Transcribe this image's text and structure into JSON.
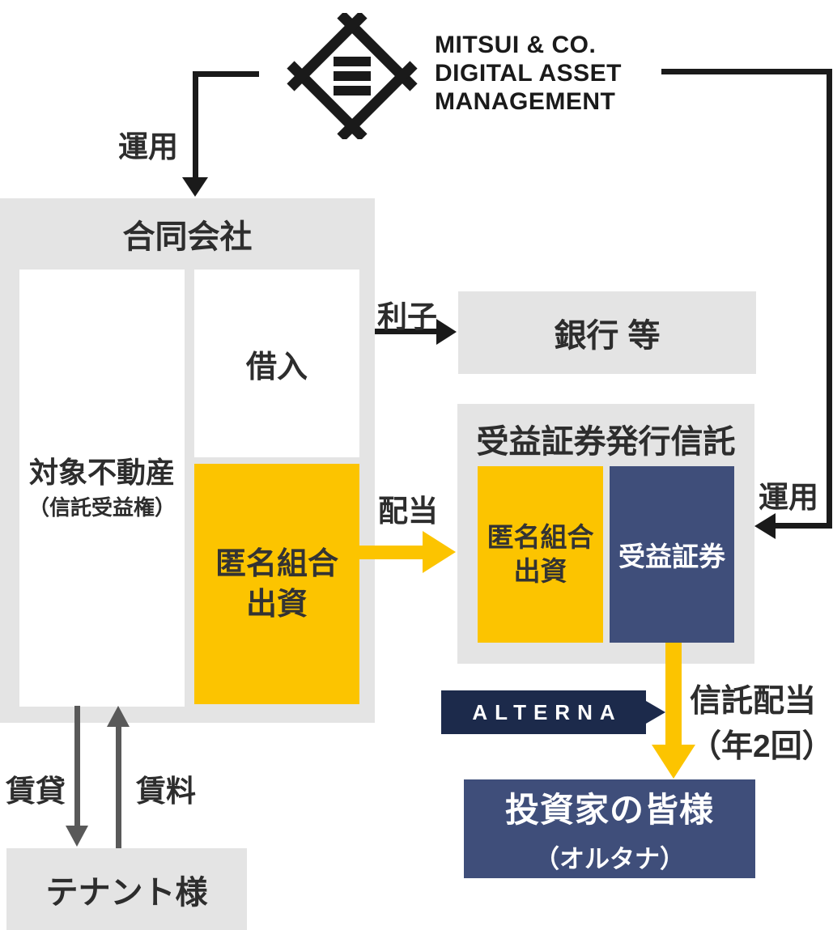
{
  "logo": {
    "lines": [
      "MITSUI & CO.",
      "DIGITAL ASSET",
      "MANAGEMENT"
    ]
  },
  "nodes": {
    "godo_kaisha": {
      "title": "合同会社",
      "property_line1": "対象不動産",
      "property_line2": "（信託受益権）",
      "loan": "借入",
      "tk_line1": "匿名組合",
      "tk_line2": "出資"
    },
    "bank": {
      "label": "銀行 等"
    },
    "trust": {
      "title": "受益証券発行信託",
      "tk_line1": "匿名組合",
      "tk_line2": "出資",
      "certificate": "受益証券"
    },
    "alterna": {
      "label": "ALTERNA"
    },
    "investors": {
      "line1": "投資家の皆様",
      "line2": "（オルタナ）"
    },
    "tenant": {
      "label": "テナント様"
    }
  },
  "arrows": {
    "manage_left": {
      "label": "運用"
    },
    "interest": {
      "label": "利子"
    },
    "dividend": {
      "label": "配当"
    },
    "manage_right": {
      "label": "運用"
    },
    "trust_dividend": {
      "label_line1": "信託配当",
      "label_line2": "（年2回）"
    },
    "lease": {
      "label": "賃貸"
    },
    "rent": {
      "label": "賃料"
    }
  },
  "colors": {
    "box_gray": "#E4E4E4",
    "brand_yellow": "#FCC400",
    "brand_navy": "#3F4E7A",
    "alterna_navy": "#1C2A4B",
    "line_black": "#1A1A1A",
    "arrow_gray": "#595959",
    "text_dark": "#2D2D2D",
    "text_on_yellow": "#333333"
  }
}
